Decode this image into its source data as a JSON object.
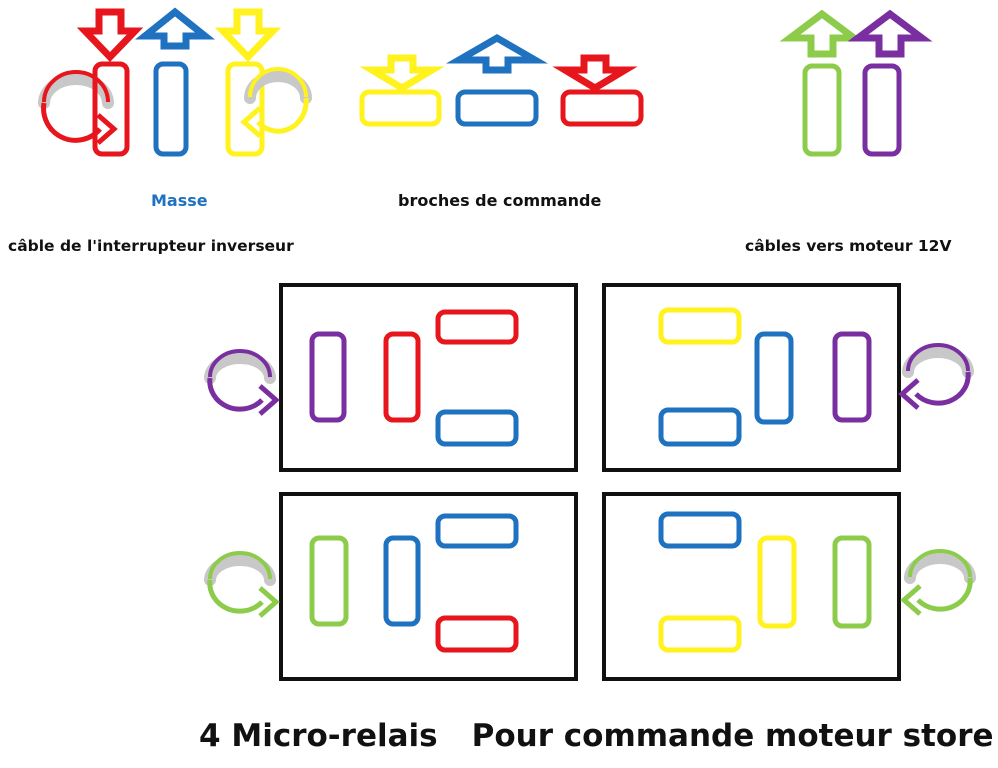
{
  "labels": {
    "ground": "Masse",
    "control_pins": "broches de commande",
    "switch_cable": "câble de l'interrupteur inverseur",
    "motor_cables": "câbles vers moteur 12V"
  },
  "title": {
    "part1": "4  Micro-relais",
    "part2": "Pour commande moteur store"
  },
  "colors": {
    "red": "#e6161c",
    "blue": "#1f72c0",
    "yellow": "#fff21f",
    "green": "#8ccc4a",
    "purple": "#7a2fa0",
    "gray": "#c8c8c8",
    "black": "#111111"
  }
}
